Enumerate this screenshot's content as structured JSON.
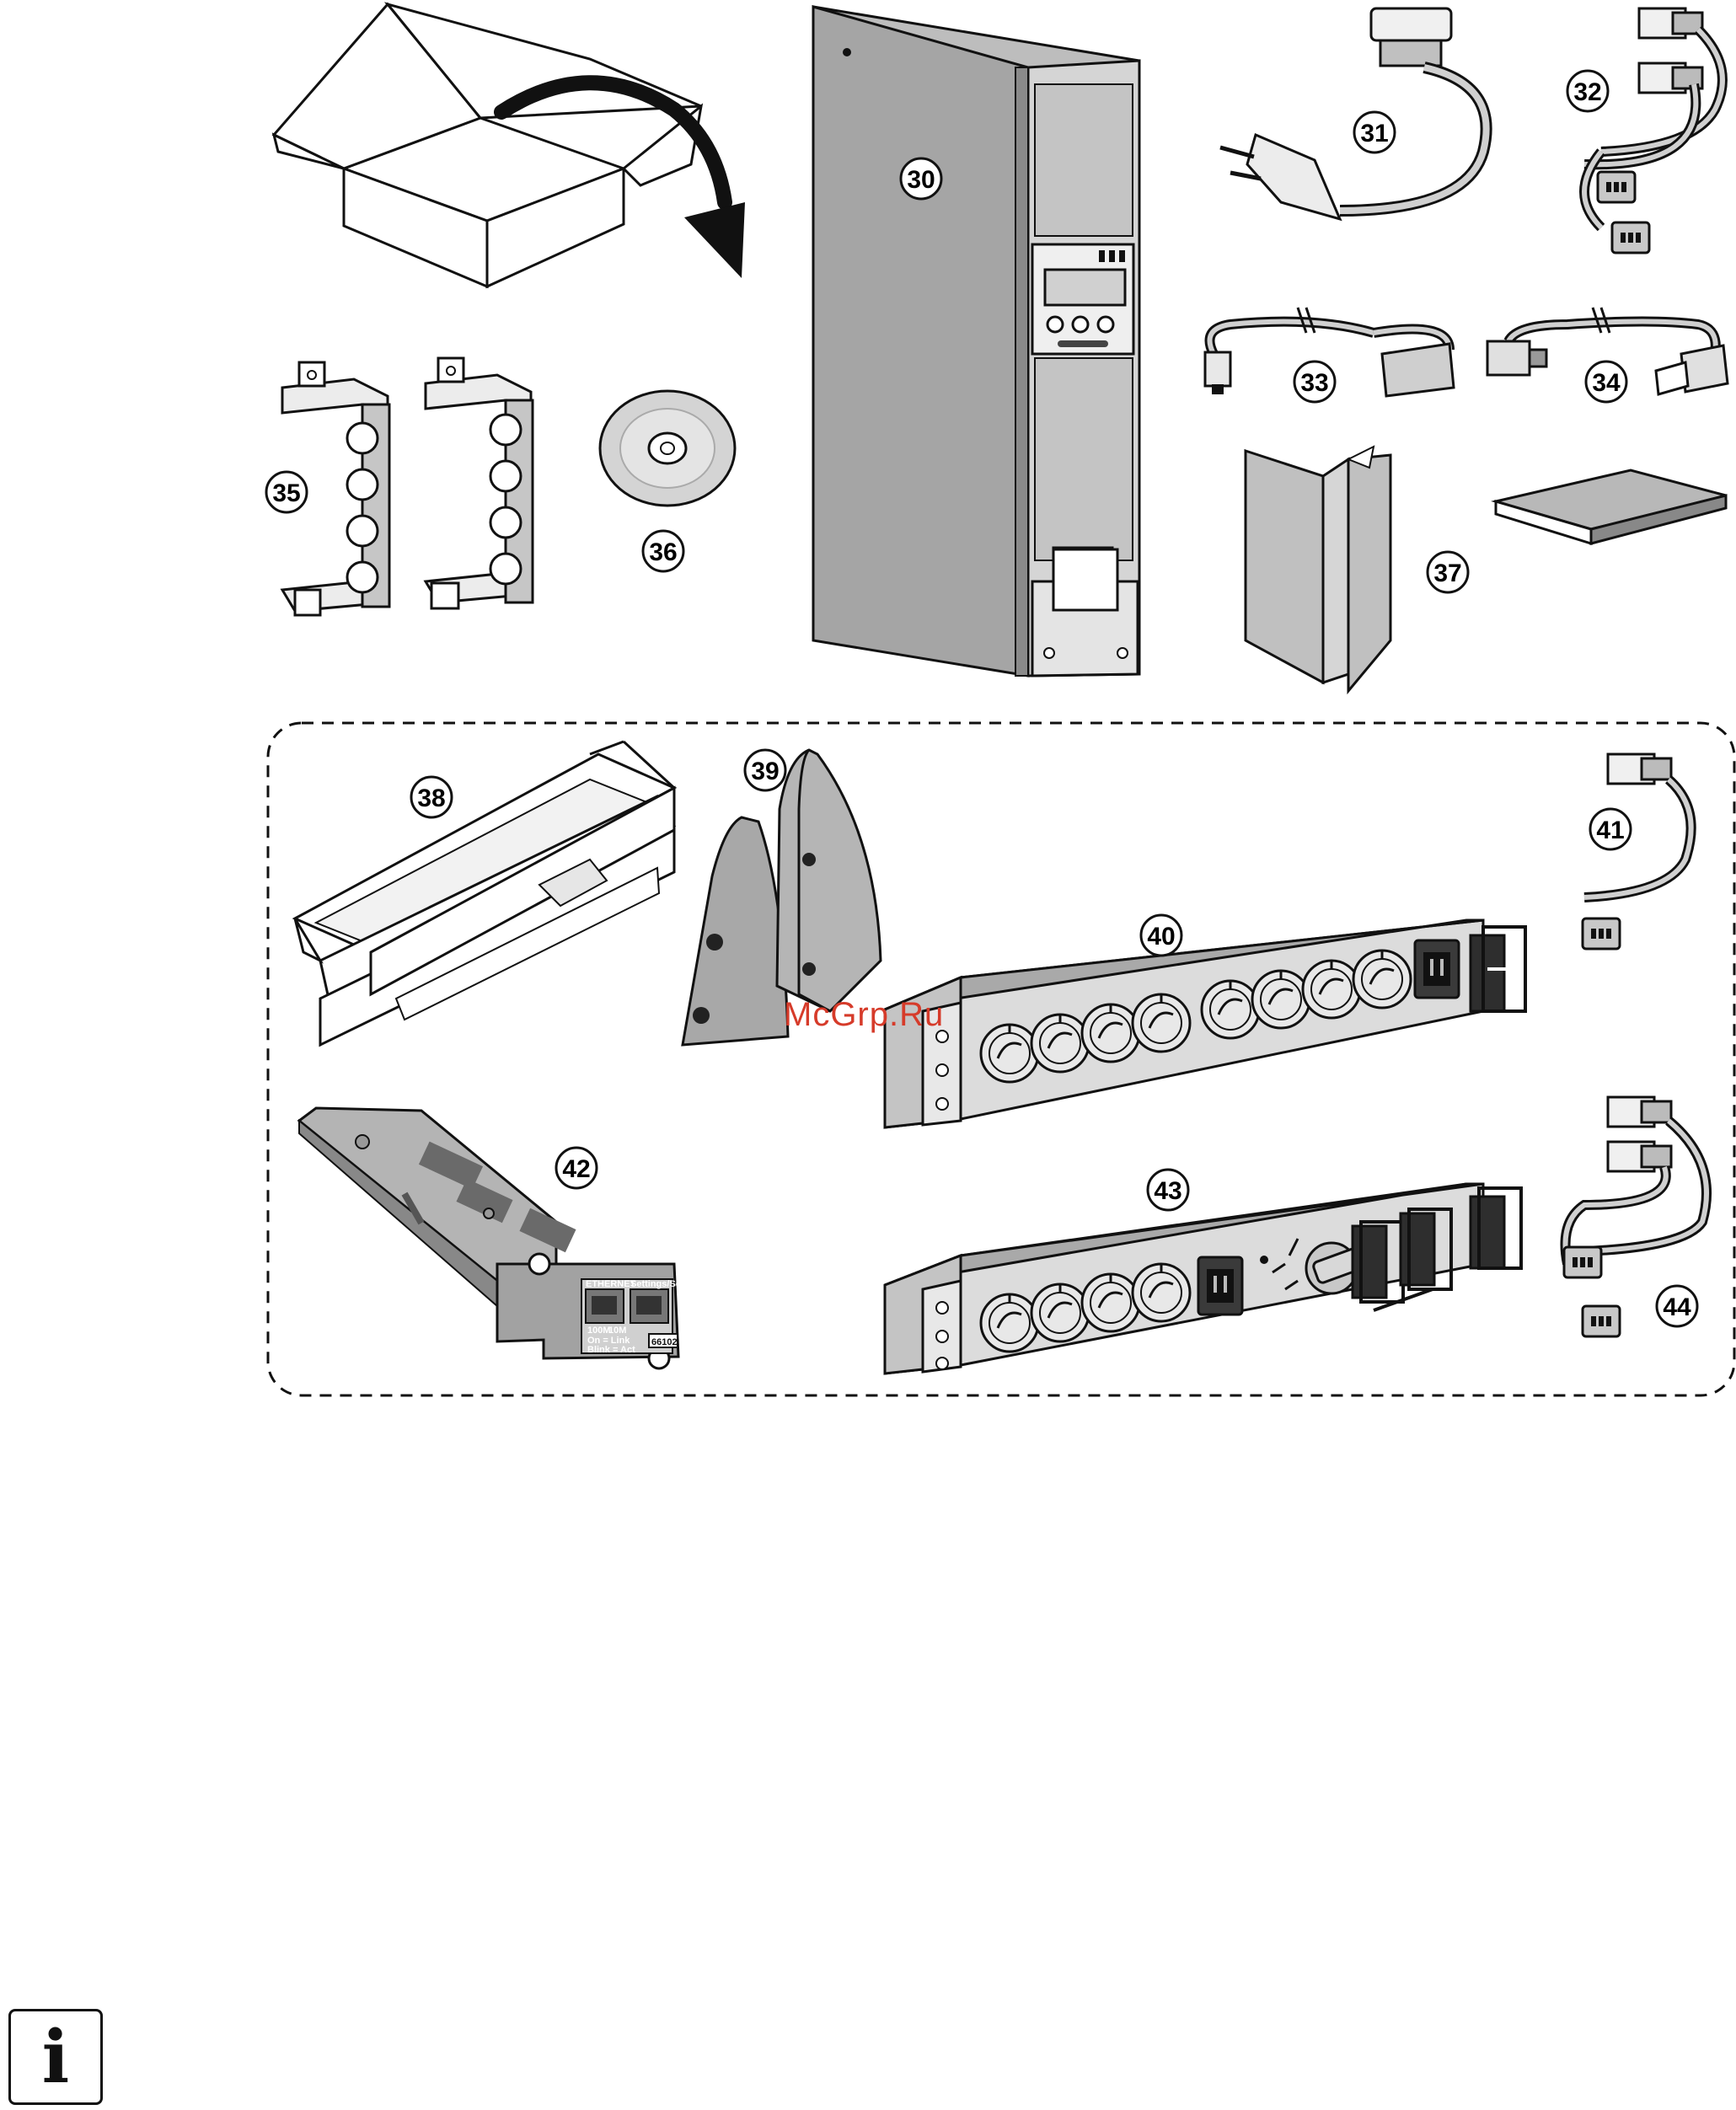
{
  "callouts": [
    "30",
    "31",
    "32",
    "33",
    "34",
    "35",
    "36",
    "37",
    "38",
    "39",
    "40",
    "41",
    "42",
    "43",
    "44"
  ],
  "watermark": "McGrp.Ru",
  "card_labels": {
    "ethernet": "ETHERNET",
    "settings": "Settings/Sensor",
    "speed_100": "100M",
    "speed_10": "10M",
    "link": "On = Link",
    "act": "Blink = Act",
    "model": "66102"
  },
  "info_icon": {
    "glyph": "i",
    "semantic": "information-icon"
  }
}
